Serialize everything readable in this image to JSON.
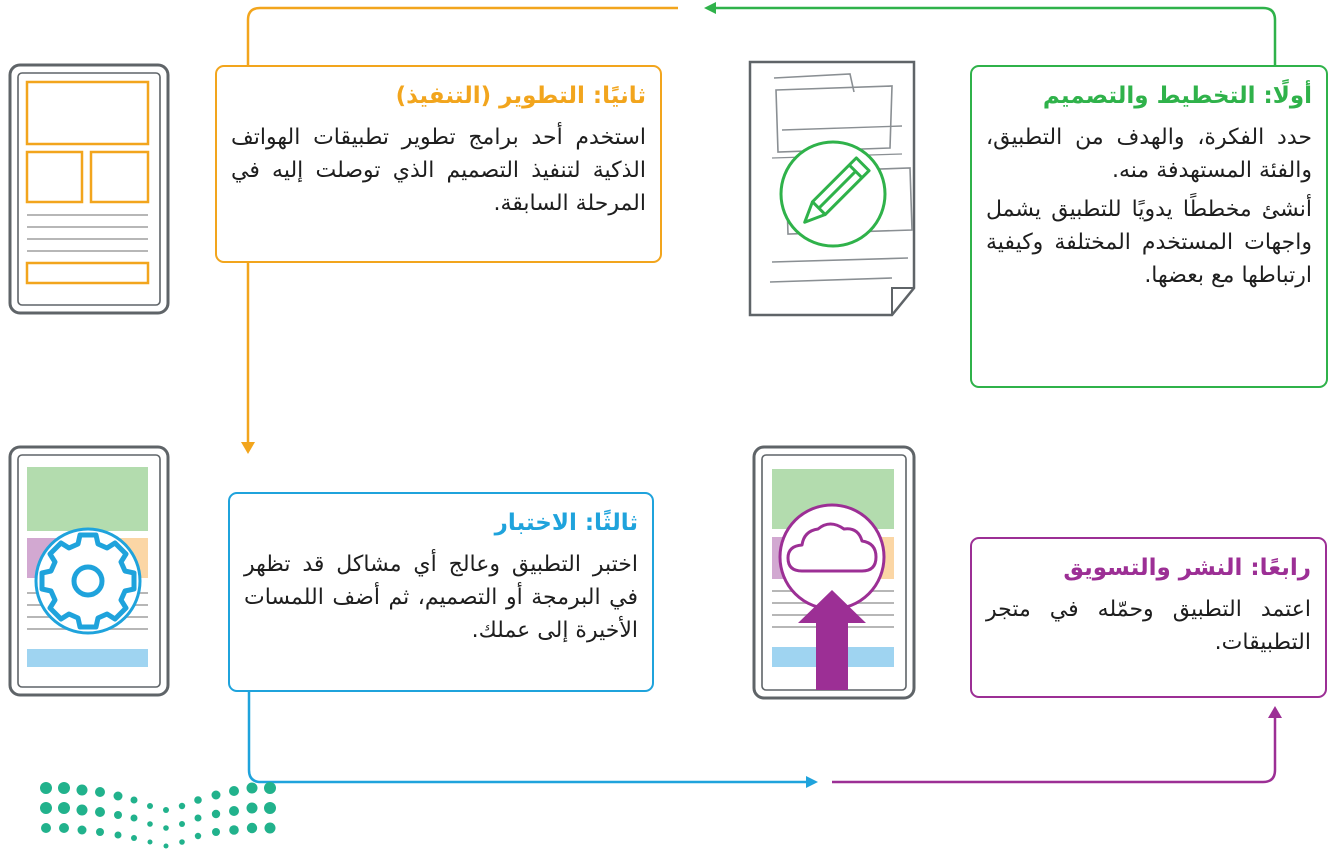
{
  "stages": [
    {
      "key": "planning",
      "title": "أولًا: التخطيط والتصميم",
      "paragraphs": [
        "حدد الفكرة، والهدف من التطبيق، والفئة المستهدفة منه.",
        "أنشئ مخططًا يدويًا للتطبيق يشمل واجهات المستخدم المختلفة وكيفية ارتباطها مع بعضها."
      ],
      "color": "#2fb24a",
      "icon": "pencil-sketch-icon"
    },
    {
      "key": "development",
      "title": "ثانيًا: التطوير (التنفيذ)",
      "paragraphs": [
        "استخدم أحد برامج تطوير تطبيقات الهواتف الذكية لتنفيذ التصميم الذي توصلت إليه في المرحلة السابقة."
      ],
      "color": "#f2a51d",
      "icon": "tablet-wireframe-icon"
    },
    {
      "key": "testing",
      "title": "ثالثًا: الاختبار",
      "paragraphs": [
        "اختبر التطبيق وعالج أي مشاكل قد تظهر في البرمجة أو التصميم، ثم أضف اللمسات الأخيرة إلى عملك."
      ],
      "color": "#1fa3dc",
      "icon": "gear-icon"
    },
    {
      "key": "publishing",
      "title": "رابعًا: النشر والتسويق",
      "paragraphs": [
        "اعتمد التطبيق وحمّله في متجر التطبيقات."
      ],
      "color": "#9c2f95",
      "icon": "cloud-upload-icon"
    }
  ],
  "colors": {
    "device_frame": "#5f6468",
    "text_lines": "#b7b7b7",
    "block_green": "#b3dcae",
    "block_purple": "#d2a8d1",
    "block_orange": "#fbd6a5",
    "block_blue": "#9fd4f1",
    "logo_green": "#21b28c"
  }
}
